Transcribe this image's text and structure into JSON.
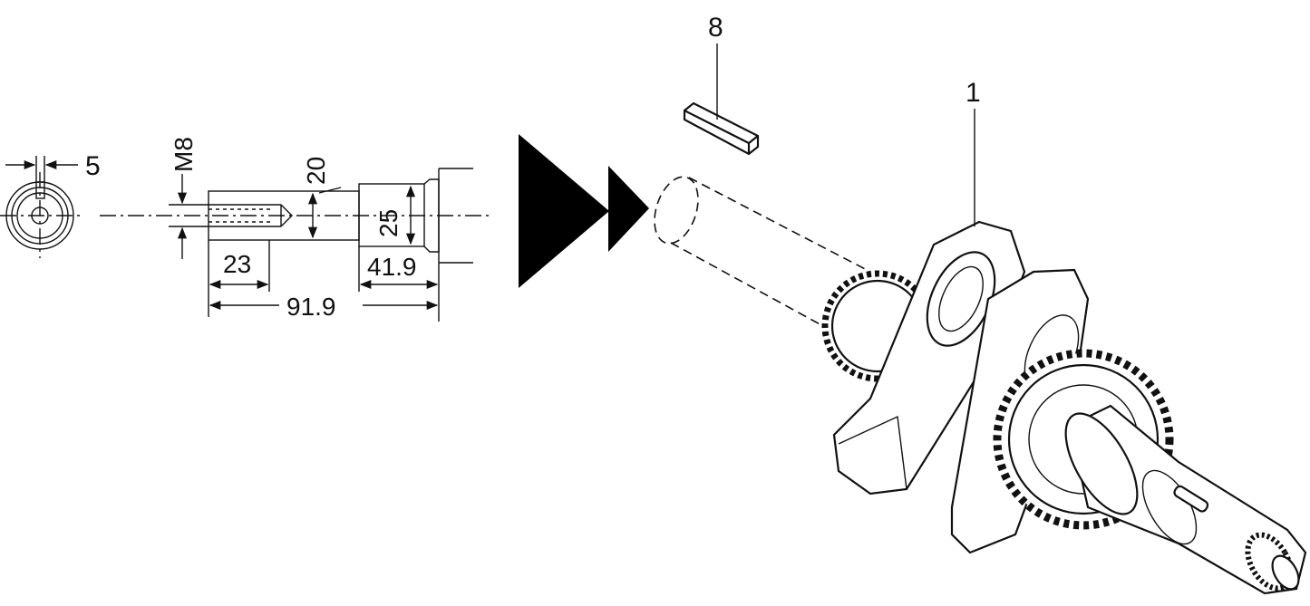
{
  "dimensions": {
    "key_width": "5",
    "thread": "M8",
    "bore_depth": "20",
    "shaft_diameter": "25",
    "keyway_length": "23",
    "end_length": "41.9",
    "overall_length": "91.9"
  },
  "callouts": {
    "key": "8",
    "crankshaft": "1"
  }
}
